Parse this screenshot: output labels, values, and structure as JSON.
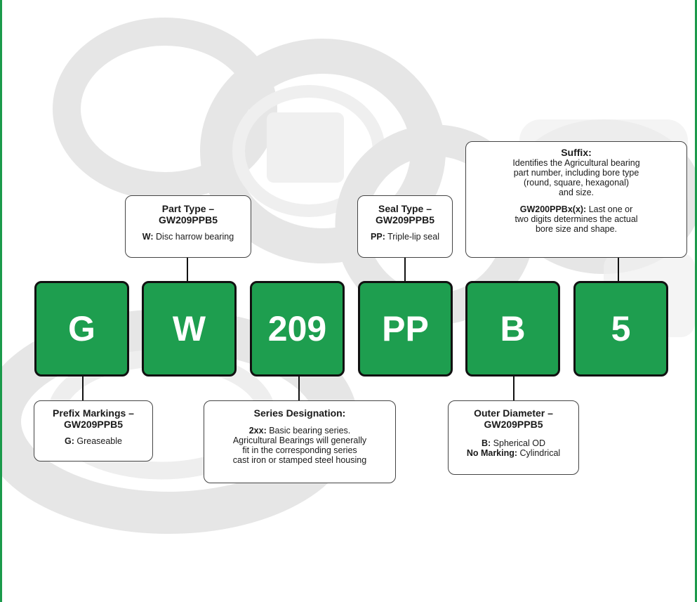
{
  "codes": [
    "G",
    "W",
    "209",
    "PP",
    "B",
    "5"
  ],
  "colors": {
    "box_fill": "#1e9e4f",
    "border": "#1b9a4b"
  },
  "callouts": {
    "part_type": {
      "title_1": "Part Type –",
      "title_2": "GW209PPB5",
      "key": "W:",
      "text": " Disc harrow bearing"
    },
    "seal_type": {
      "title_1": "Seal Type –",
      "title_2": "GW209PPB5",
      "key": "PP:",
      "text": " Triple-lip seal"
    },
    "suffix": {
      "title": "Suffix:",
      "lines": [
        "Identifies the Agricultural bearing",
        "part number, including bore type",
        "(round, square, hexagonal)",
        "and size."
      ],
      "key": "GW200PPBx(x):",
      "key_text": " Last one or",
      "more": [
        "two digits determines the actual",
        "bore size and shape."
      ]
    },
    "prefix": {
      "title_1": "Prefix Markings –",
      "title_2": "GW209PPB5",
      "key": "G:",
      "text": " Greaseable"
    },
    "series": {
      "title": "Series Designation:",
      "key": "2xx:",
      "key_text": " Basic bearing series.",
      "lines": [
        "Agricultural Bearings will generally",
        "fit in the corresponding series",
        "cast iron or stamped steel housing"
      ]
    },
    "outer_diameter": {
      "title_1": "Outer Diameter –",
      "title_2": "GW209PPB5",
      "key1": "B:",
      "text1": " Spherical OD",
      "key2": "No Marking:",
      "text2": " Cylindrical"
    }
  }
}
